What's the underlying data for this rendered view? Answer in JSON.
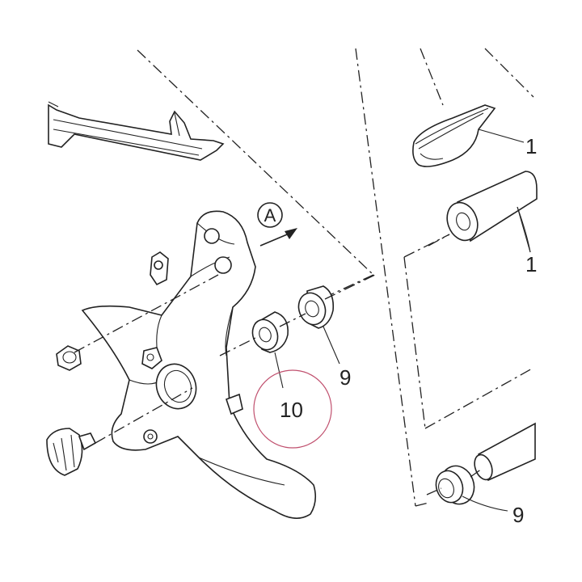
{
  "view_marker": "A",
  "callouts": {
    "washer_top_right": "1",
    "tube_right": "1",
    "bushing_seal": "9",
    "bushing": "10",
    "bushing_seal_lower": "9"
  },
  "highlight_color": "#c0506e"
}
